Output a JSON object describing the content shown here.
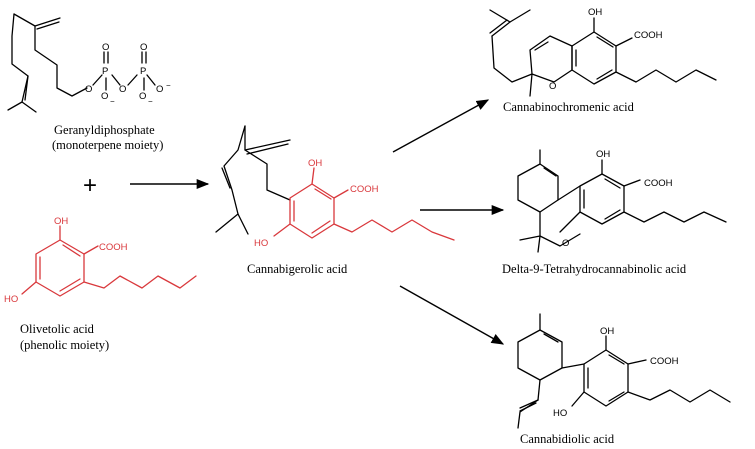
{
  "compounds": {
    "geranyl": {
      "name": "Geranyldiphosphate",
      "note": "(monoterpene moiety)"
    },
    "olivetolic": {
      "name": "Olivetolic acid",
      "note": "(phenolic moiety)"
    },
    "cannabigerolic": {
      "name": "Cannabigerolic acid"
    },
    "cannabinochromenic": {
      "name": "Cannabinochromenic acid"
    },
    "thca": {
      "name": "Delta-9-Tetrahydrocannabinolic acid"
    },
    "cannabidiolic": {
      "name": "Cannabidiolic acid"
    }
  },
  "symbols": {
    "plus": "+",
    "oh": "OH",
    "ho": "HO",
    "cooh": "COOH",
    "o": "O",
    "p": "P",
    "minus": "−"
  },
  "colors": {
    "phenolic": "#d9383c",
    "bond": "#000000"
  }
}
